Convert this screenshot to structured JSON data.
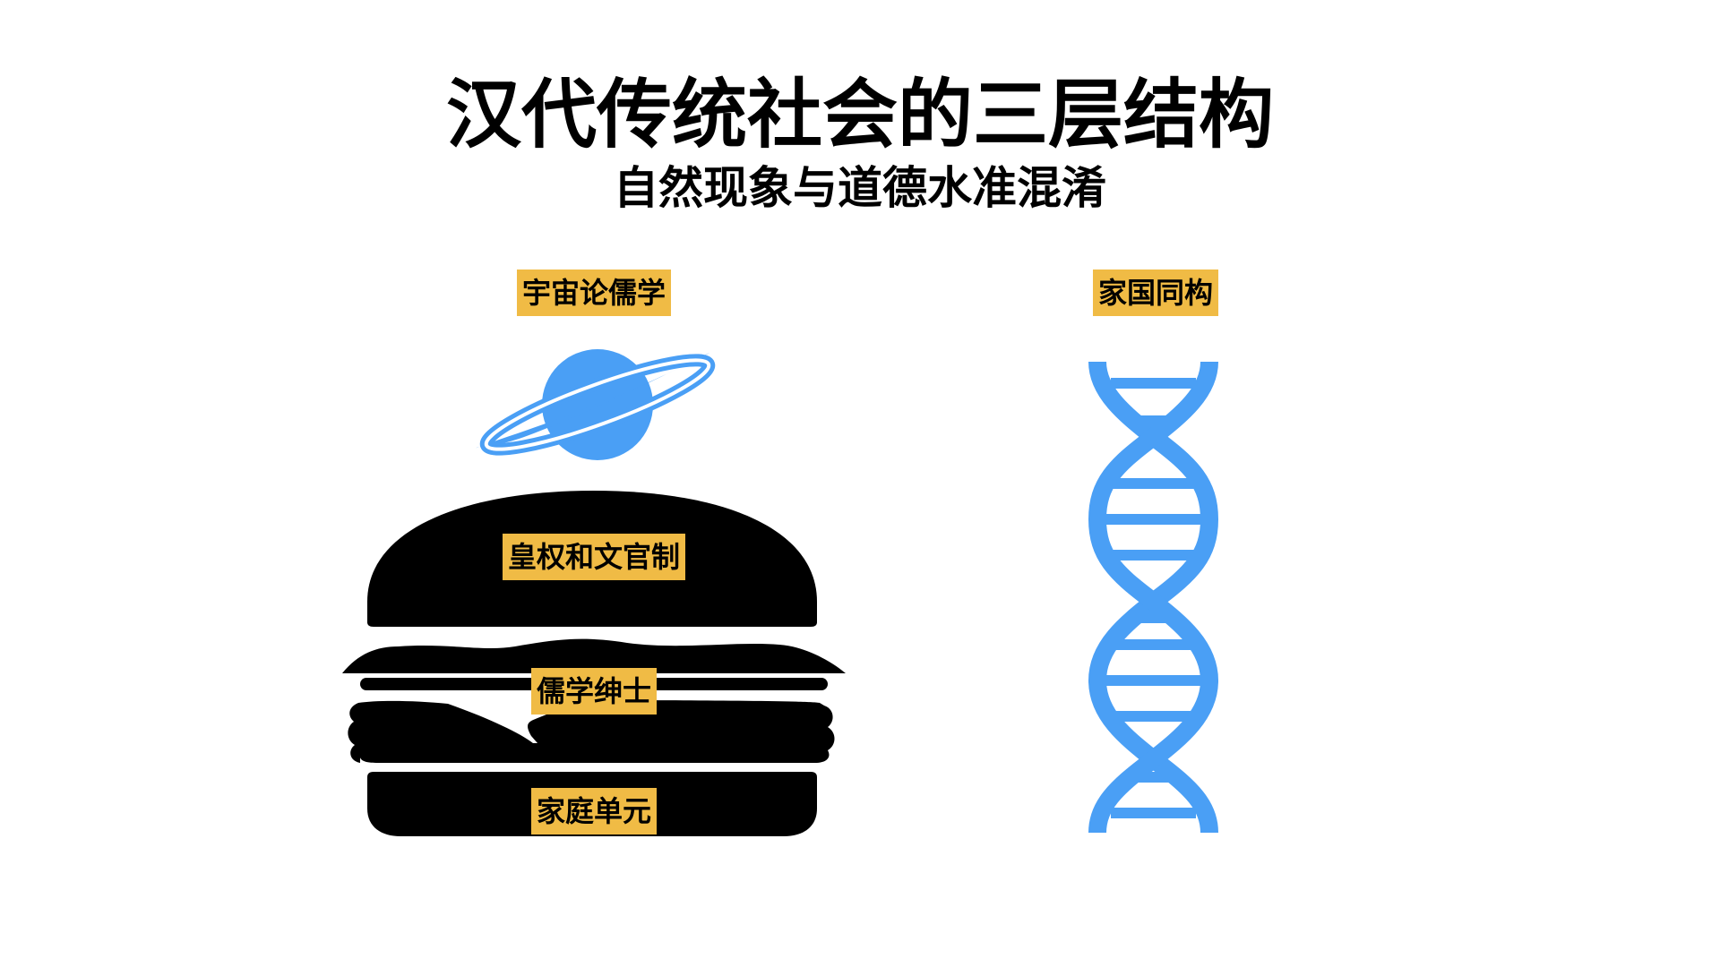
{
  "title": "汉代传统社会的三层结构",
  "subtitle": "自然现象与道德水准混淆",
  "left_column": {
    "heading": "宇宙论儒学",
    "icon": "saturn-planet-icon",
    "layers": [
      {
        "label": "皇权和文官制"
      },
      {
        "label": "儒学绅士"
      },
      {
        "label": "家庭单元"
      }
    ]
  },
  "right_column": {
    "heading": "家国同构",
    "icon": "dna-double-helix-icon"
  },
  "colors": {
    "label_background": "#f0bb45",
    "icon_blue": "#4a9ff5",
    "burger_black": "#000000",
    "background": "#ffffff"
  }
}
